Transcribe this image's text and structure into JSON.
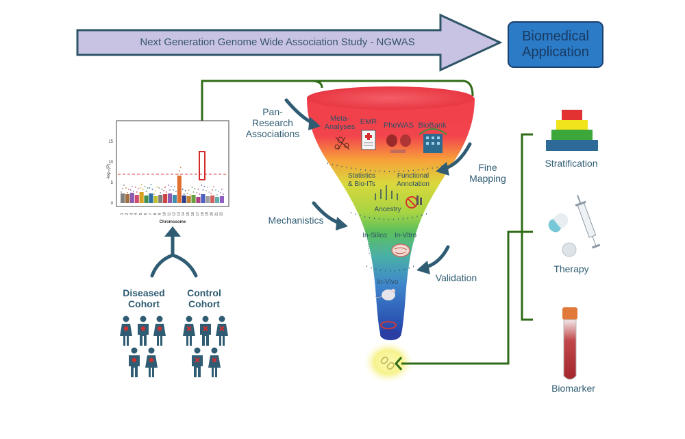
{
  "header": {
    "arrow_label": "Next Generation Genome Wide Association Study - NGWAS",
    "app_line1": "Biomedical",
    "app_line2": "Application"
  },
  "manhattan": {
    "y_axis_label": "-log₁₀(P)",
    "x_axis_label": "Chromosome",
    "y_ticks": [
      "15",
      "10",
      "5",
      "0"
    ],
    "chromosomes": [
      "1",
      "2",
      "3",
      "4",
      "5",
      "6",
      "7",
      "8",
      "9",
      "10",
      "11",
      "12",
      "13",
      "14",
      "15",
      "16",
      "17",
      "18",
      "19",
      "20",
      "21",
      "22"
    ]
  },
  "cohorts": {
    "diseased_line1": "Diseased",
    "diseased_line2": "Cohort",
    "control_line1": "Control",
    "control_line2": "Cohort"
  },
  "funnel": {
    "meta_line1": "Meta-",
    "meta_line2": "Analyses",
    "emr": "EMR",
    "phewas": "PheWAS",
    "biobank": "BioBank",
    "stats_line1": "Statistics",
    "stats_line2": "& Bio-ITs",
    "func_line1": "Functional",
    "func_line2": "Annotation",
    "ancestry": "Ancestry",
    "insilico": "In-Silico",
    "invitro": "In-Vitro",
    "invivo": "In-Vivo"
  },
  "side_labels": {
    "pan_line1": "Pan-",
    "pan_line2": "Research",
    "pan_line3": "Associations",
    "fine_line1": "Fine",
    "fine_line2": "Mapping",
    "mechanistics": "Mechanistics",
    "validation": "Validation"
  },
  "applications": {
    "stratification": "Stratification",
    "therapy": "Therapy",
    "biomarker": "Biomarker"
  },
  "colors": {
    "arrow_fill": "#c9c3e3",
    "arrow_stroke": "#2e5467",
    "app_box_fill": "#2b7bc6",
    "app_box_stroke": "#1c3f6b",
    "connector_green": "#2e6b16",
    "label_blue": "#2f5c73"
  }
}
